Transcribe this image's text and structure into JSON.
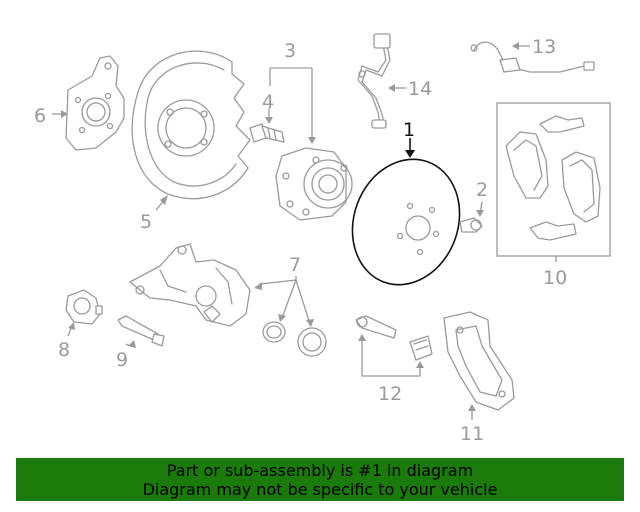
{
  "callouts": {
    "c1": "1",
    "c2": "2",
    "c3": "3",
    "c4": "4",
    "c5": "5",
    "c6": "6",
    "c7": "7",
    "c8": "8",
    "c9": "9",
    "c10": "10",
    "c11": "11",
    "c12": "12",
    "c13": "13",
    "c14": "14"
  },
  "highlighted_part": "1",
  "colors": {
    "line": "#9a9a9a",
    "highlight": "#111111",
    "banner_bg": "#1a7a0a"
  },
  "banner": {
    "line1": "Part or sub-assembly is #1 in diagram",
    "line2": "Diagram may not be specific to your vehicle"
  }
}
